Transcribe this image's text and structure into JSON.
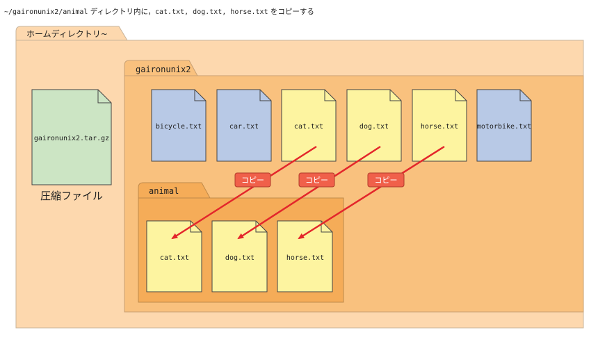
{
  "caption": {
    "path": "~/gaironunix2/animal",
    "text_mid": " ディレクトリ内に，",
    "files": "cat.txt, dog.txt, horse.txt",
    "text_end": " をコピーする"
  },
  "home": {
    "label": "ホームディレクトリ~"
  },
  "archive": {
    "filename": "gaironunix2.tar.gz",
    "caption": "圧縮ファイル"
  },
  "gaironunix2": {
    "label": "gaironunix2",
    "files": [
      "bicycle.txt",
      "car.txt",
      "cat.txt",
      "dog.txt",
      "horse.txt",
      "motorbike.txt"
    ]
  },
  "animal": {
    "label": "animal",
    "files": [
      "cat.txt",
      "dog.txt",
      "horse.txt"
    ]
  },
  "copy_label": "コピー",
  "colors": {
    "home_bg": "#fdd8ae",
    "gaironunix2_bg": "#f9c17e",
    "animal_bg": "#f5ac58",
    "archive_file": "#cce5c4",
    "blue_file": "#b8c9e6",
    "yellow_file": "#fdf4a0",
    "arrow": "#e3262b",
    "copy_badge": "#f0604a"
  }
}
